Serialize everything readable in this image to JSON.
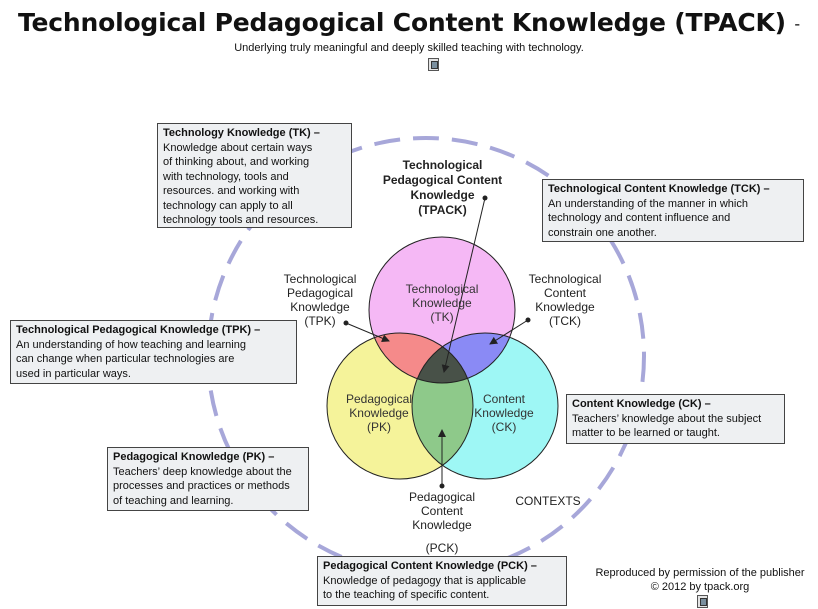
{
  "header": {
    "title": "Technological Pedagogical Content Knowledge (TPACK)",
    "title_dash": "-",
    "subtitle": "Underlying truly meaningful and deeply skilled teaching with technology."
  },
  "icons": [
    "book-icon"
  ],
  "colors": {
    "tk_circle": "#f5b8f5",
    "ck_circle": "#9ef7f5",
    "pk_circle": "#f5f39a",
    "tpk_overlap": "#f58a8a",
    "tck_overlap": "#8a8af5",
    "pck_overlap": "#8ec98a",
    "tpack_center": "#3c3c3c",
    "contexts_ring": "#a7a7d9",
    "box_bg": "#eef0f2"
  },
  "boxes": {
    "tk": {
      "heading": "Technology Knowledge (TK)",
      "dash": " –",
      "lines": [
        "Knowledge about certain ways",
        "of thinking about, and working",
        "with technology, tools and",
        "resources. and working with",
        "technology can apply to all",
        "technology tools and resources."
      ]
    },
    "tck": {
      "heading": "Technological Content Knowledge (TCK)",
      "dash": " –",
      "lines": [
        "An understanding of the manner in which",
        "technology and content influence and",
        "constrain one another."
      ]
    },
    "tpk": {
      "heading": "Technological Pedagogical Knowledge (TPK)",
      "dash": " –",
      "lines": [
        "An understanding of how teaching and learning",
        "can change when particular technologies are",
        "used in particular ways."
      ]
    },
    "ck": {
      "heading": "Content Knowledge (CK)",
      "dash": " –",
      "lines": [
        "Teachers’ knowledge about the subject",
        "matter to be learned or taught."
      ]
    },
    "pk": {
      "heading": "Pedagogical Knowledge (PK)",
      "dash": " –",
      "lines": [
        "Teachers’ deep knowledge about the",
        "processes and practices or methods",
        "of teaching and learning."
      ]
    },
    "pck": {
      "heading": "Pedagogical Content Knowledge (PCK)",
      "dash": " –",
      "lines": [
        "Knowledge of pedagogy that is applicable",
        "to the teaching of specific content."
      ]
    }
  },
  "labels": {
    "tpack": [
      "Technological",
      "Pedagogical Content",
      "Knowledge",
      "(TPACK)"
    ],
    "tpk": [
      "Technological",
      "Pedagogical",
      "Knowledge",
      "(TPK)"
    ],
    "tck": [
      "Technological",
      "Content",
      "Knowledge",
      "(TCK)"
    ],
    "pck": [
      "Pedagogical",
      "Content",
      "Knowledge"
    ],
    "pck_abbr": "(PCK)",
    "contexts": "CONTEXTS"
  },
  "circles": {
    "tk": [
      "Technological",
      "Knowledge",
      "(TK)"
    ],
    "pk": [
      "Pedagogical",
      "Knowledge",
      "(PK)"
    ],
    "ck": [
      "Content",
      "Knowledge",
      "(CK)"
    ]
  },
  "credit": {
    "line1": "Reproduced by permission of the publisher",
    "line2": "© 2012 by tpack.org"
  }
}
